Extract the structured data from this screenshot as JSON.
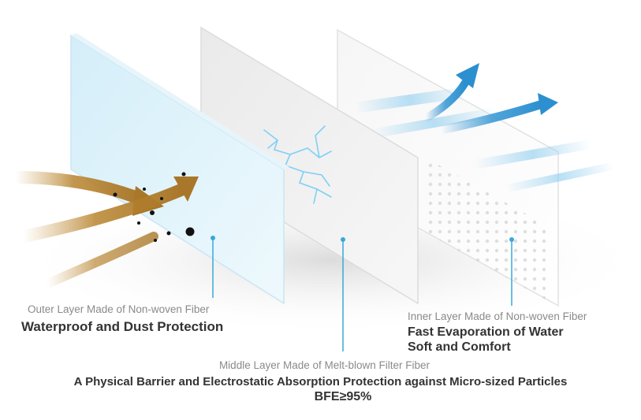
{
  "colors": {
    "outer_layer": "#dff3fb",
    "middle_layer": "#f0f0f0",
    "inner_layer": "#fafafa",
    "pointer_line": "#39a8d8",
    "incoming_arrow": "#b8842f",
    "outgoing_arrow": "#2c8fcf",
    "particle": "#111111",
    "lightning": "#7fd0f5"
  },
  "icons": [
    "incoming-particle-arrow",
    "outgoing-vapor-arrow",
    "lightning-icon",
    "dust-particle",
    "perforation-dots"
  ],
  "outer": {
    "subtitle": "Outer Layer Made of Non-woven Fiber",
    "title": "Waterproof and Dust Protection"
  },
  "middle": {
    "subtitle": "Middle Layer Made of Melt-blown Filter Fiber",
    "title": "A Physical Barrier and Electrostatic Absorption Protection against Micro-sized Particles",
    "metric": "BFE≥95%"
  },
  "inner": {
    "subtitle": "Inner Layer Made of Non-woven Fiber",
    "line1": "Fast Evaporation of Water",
    "line2": "Soft and Comfort"
  }
}
